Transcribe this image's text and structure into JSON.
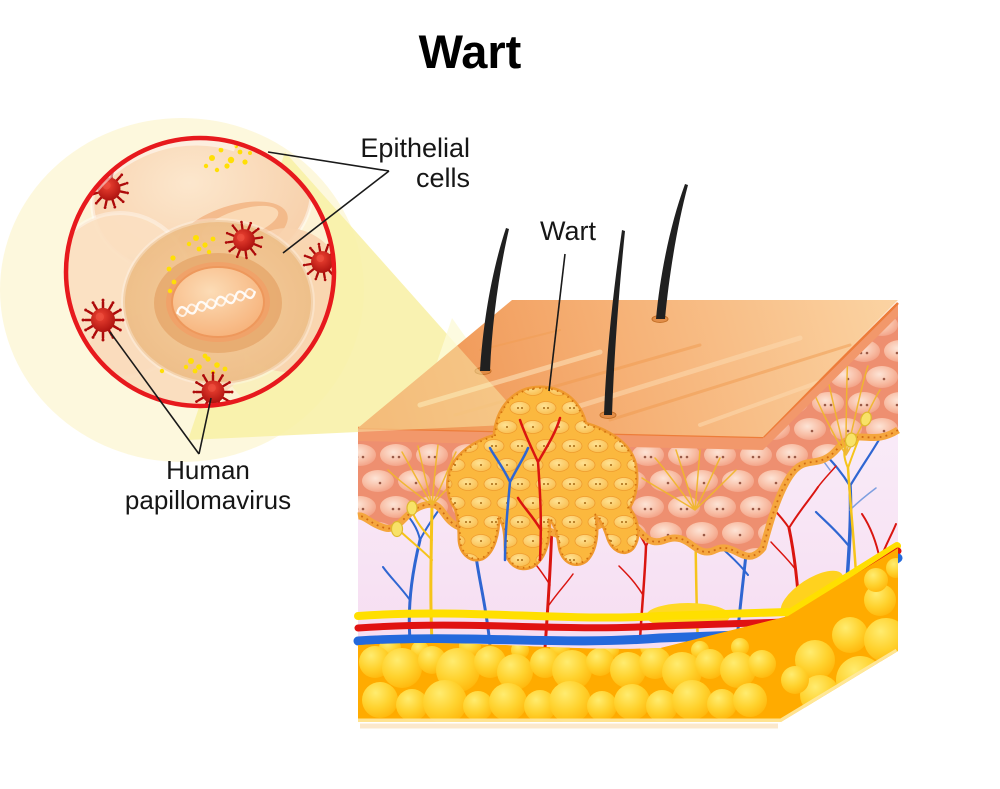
{
  "title": "Wart",
  "labels": {
    "epithelial": {
      "line1": "Epithelial",
      "line2": "cells"
    },
    "wart": "Wart",
    "hpv": {
      "line1": "Human",
      "line2": "papillomavirus"
    }
  },
  "inset": {
    "virus_count": 5
  },
  "skin_block": {
    "hair_count": 3
  },
  "colors": {
    "title_text": "#000000",
    "label_text": "#161616",
    "pointer_line": "#1a1a1a",
    "inset_ring": "#e7191d",
    "inset_cell": "#f9dcba",
    "nucleus": "#f7b27c",
    "virus": "#b80d0d",
    "granule_yellow": "#ffdf05",
    "beam": "#f8f0a6",
    "skin_surface": "#f5a866",
    "epidermis": "#f0937a",
    "dermis": "#f7e3f4",
    "wart_growth": "#fbbc3f",
    "artery": "#da1510",
    "vein": "#2f66d2",
    "nerve": "#f6c41a",
    "fat": "#ffc107",
    "hair": "#202020"
  }
}
